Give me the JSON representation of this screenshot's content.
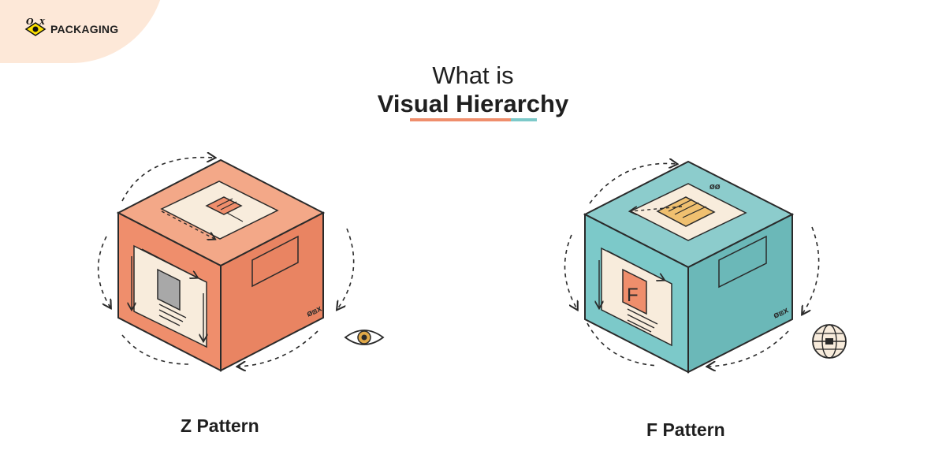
{
  "brand": {
    "logo_text": "PACKAGING"
  },
  "heading": {
    "line1": "What is",
    "line2": "Visual Hierarchy"
  },
  "colors": {
    "accent_coral": "#ef8e6c",
    "accent_teal": "#7cc9c9",
    "corner_peach": "#fde8d8"
  },
  "patterns": [
    {
      "label": "Z Pattern",
      "box_color": "coral",
      "icon": "eye-icon"
    },
    {
      "label": "F Pattern",
      "box_color": "teal",
      "icon": "globe-icon",
      "panel_letter": "F"
    }
  ]
}
